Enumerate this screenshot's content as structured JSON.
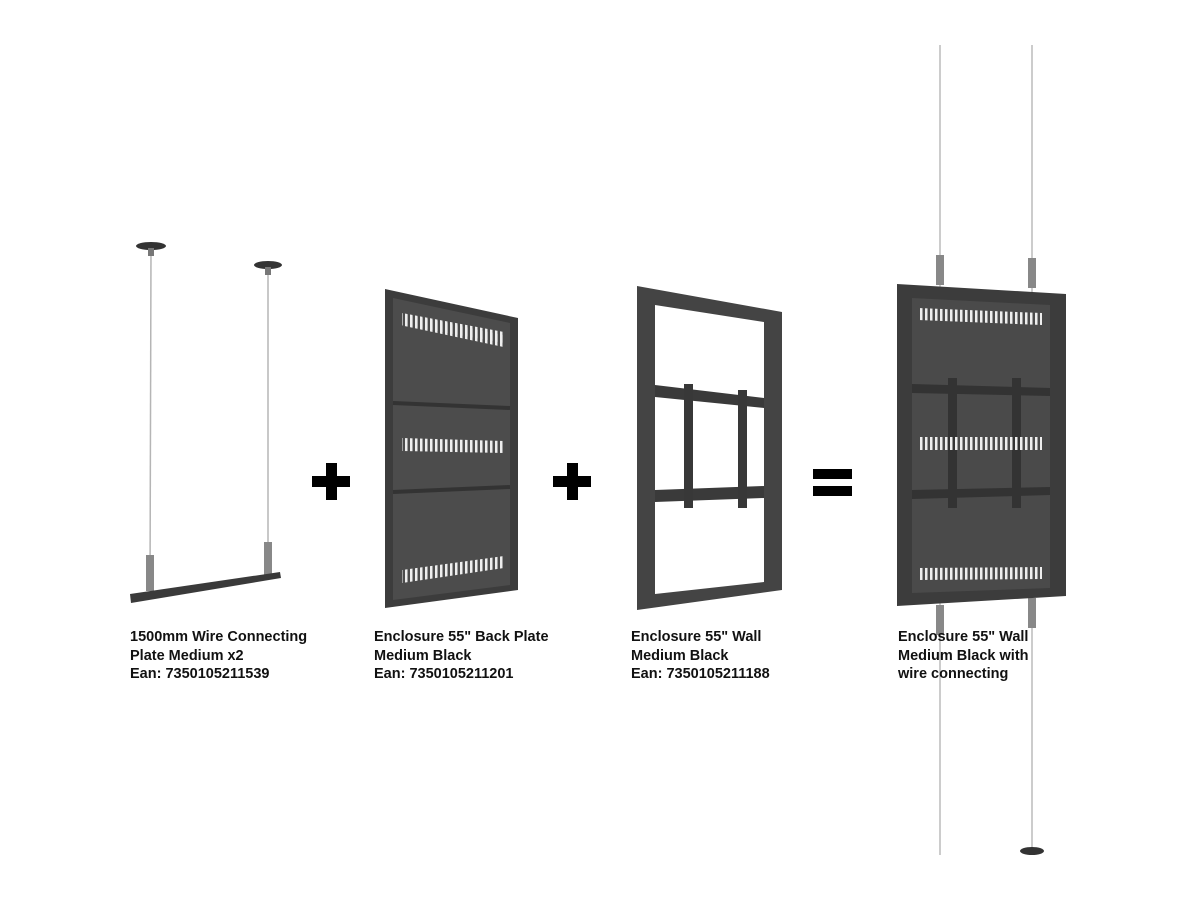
{
  "products": [
    {
      "name_line1": "1500mm Wire Connecting",
      "name_line2": "Plate Medium x2",
      "ean": "Ean: 7350105211539"
    },
    {
      "name_line1": "Enclosure 55\" Back Plate",
      "name_line2": "Medium Black",
      "ean": "Ean: 7350105211201"
    },
    {
      "name_line1": "Enclosure 55\" Wall",
      "name_line2": "Medium Black",
      "ean": "Ean: 7350105211188"
    },
    {
      "name_line1": "Enclosure 55\" Wall",
      "name_line2": "Medium Black with",
      "ean": "wire connecting"
    }
  ],
  "colors": {
    "metal": "#4a4a4a",
    "metal_dark": "#2e2e2e",
    "metal_light": "#5c5c5c",
    "wire": "#b8b8b8"
  }
}
